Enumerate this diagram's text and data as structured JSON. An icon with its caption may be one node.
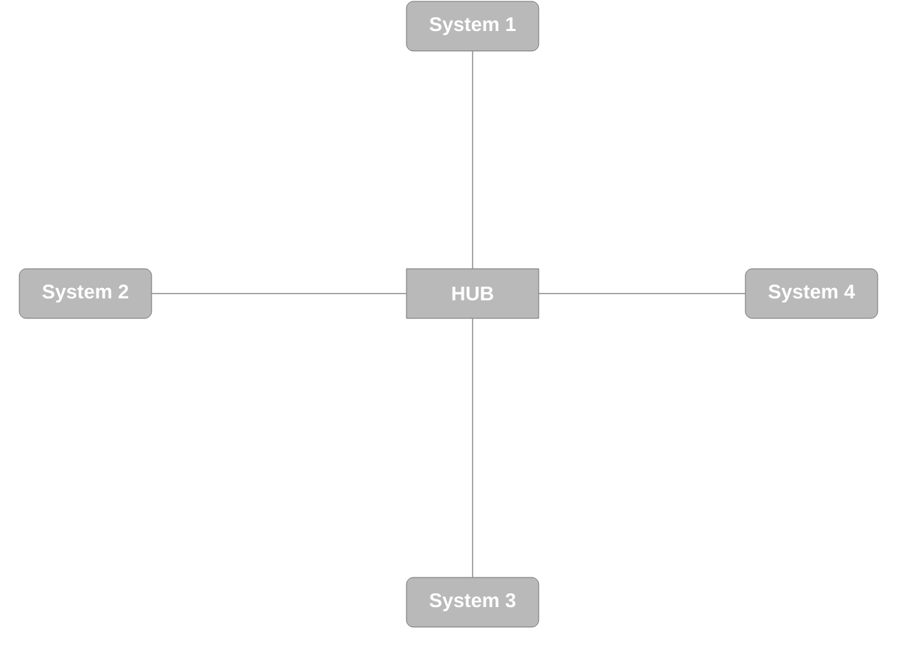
{
  "diagram": {
    "nodes": [
      {
        "text": [
          "System 1"
        ]
      },
      {
        "text": [
          "System 2"
        ]
      },
      {
        "text": [
          "HUB"
        ]
      },
      {
        "text": [
          "System 4"
        ]
      },
      {
        "text": [
          "System 3"
        ]
      }
    ],
    "edges": [
      {
        "from": 2,
        "to": 0,
        "arrow": "none"
      },
      {
        "from": 2,
        "to": 1,
        "arrow": "none"
      },
      {
        "from": 2,
        "to": 3,
        "arrow": "none"
      },
      {
        "from": 2,
        "to": 4,
        "arrow": "none"
      }
    ]
  }
}
